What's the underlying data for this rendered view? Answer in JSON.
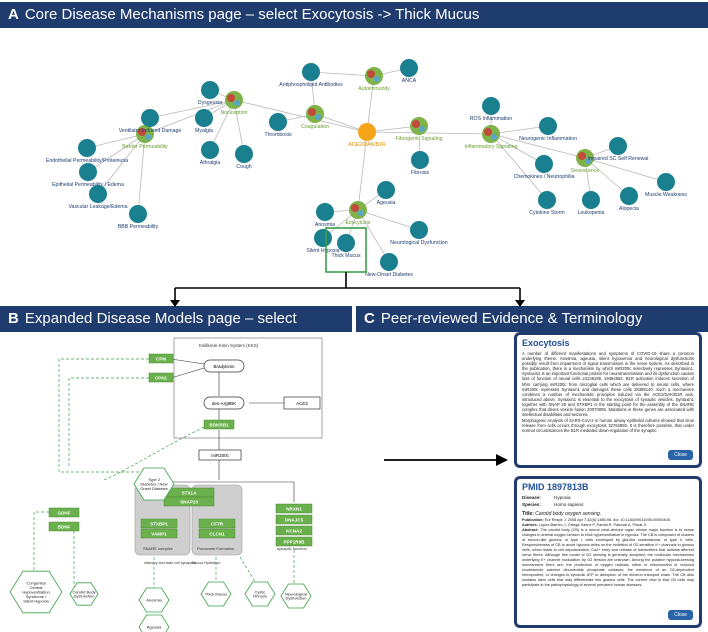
{
  "headers": {
    "a": {
      "letter": "A",
      "text": "Core Disease Mechanisms page – select Exocytosis -> Thick Mucus"
    },
    "b": {
      "letter": "B",
      "text": "Expanded Disease Models page – select Publications"
    },
    "c": {
      "letter": "C",
      "text": "Peer-reviewed Evidence & Terminology"
    }
  },
  "panel_a": {
    "nodes": [
      {
        "id": "ace2",
        "label": "ACE2/DAK/B1R",
        "kind": "center"
      },
      {
        "id": "noci",
        "label": "Nociception",
        "kind": "hub"
      },
      {
        "id": "barrier",
        "label": "Barrier Permeability",
        "kind": "hub"
      },
      {
        "id": "coag",
        "label": "Coagulation",
        "kind": "hub"
      },
      {
        "id": "autoimm",
        "label": "Autoimmunity",
        "kind": "hub"
      },
      {
        "id": "fibro",
        "label": "Fibrogenic Signaling",
        "kind": "hub"
      },
      {
        "id": "inflam",
        "label": "Inflammatory Signaling",
        "kind": "hub"
      },
      {
        "id": "senes",
        "label": "Senescence",
        "kind": "hub"
      },
      {
        "id": "exo",
        "label": "Exocytosis",
        "kind": "hub"
      },
      {
        "id": "dysg",
        "label": "Dysgeusia"
      },
      {
        "id": "vid",
        "label": "Ventilator Induced Damage"
      },
      {
        "id": "myal",
        "label": "Myalgia"
      },
      {
        "id": "arth",
        "label": "Athralgia"
      },
      {
        "id": "cough",
        "label": "Cough"
      },
      {
        "id": "endo",
        "label": "Endothelial Permeability/Proteinuria"
      },
      {
        "id": "epi",
        "label": "Epithelial Permeability / Edema"
      },
      {
        "id": "vasc",
        "label": "Vascular Leakage/Edema"
      },
      {
        "id": "bbb",
        "label": "BBB Permeability"
      },
      {
        "id": "antiph",
        "label": "Antiphospholipid Antibodies"
      },
      {
        "id": "throm",
        "label": "Thrombosis"
      },
      {
        "id": "anca",
        "label": "ANCA"
      },
      {
        "id": "ros",
        "label": "ROS Inflammation"
      },
      {
        "id": "neuroinf",
        "label": "Neurogenic Inflammation"
      },
      {
        "id": "fibrosis",
        "label": "Fibrosis"
      },
      {
        "id": "chemo",
        "label": "Chemokines / Neutrophilia"
      },
      {
        "id": "cyto",
        "label": "Cytokine Storm"
      },
      {
        "id": "impsc",
        "label": "Impaired SC Self Renewal"
      },
      {
        "id": "musw",
        "label": "Muscle Weakness"
      },
      {
        "id": "alop",
        "label": "Alopecia"
      },
      {
        "id": "leuk",
        "label": "Leukopenia"
      },
      {
        "id": "anos",
        "label": "Anosmia"
      },
      {
        "id": "ageu",
        "label": "Ageusia"
      },
      {
        "id": "silent",
        "label": "Silent Hypoxia"
      },
      {
        "id": "neurod",
        "label": "Neurological Dysfunction"
      },
      {
        "id": "thick",
        "label": "Thick Mucus",
        "kind": "selected"
      },
      {
        "id": "newdiab",
        "label": "New-Onset Diabetes"
      }
    ]
  },
  "panel_b": {
    "green_boxes": [
      "CPM",
      "CPN1",
      "BDKRB1",
      "STX1A",
      "SNAP23",
      "GDNF",
      "BDNF",
      "STXBP1",
      "VAMP1",
      "CFTR",
      "CLCN1",
      "NRXN1",
      "DNAJC5",
      "KCNA2",
      "PPP1R9B"
    ],
    "system_label": "Kallikrein-Kinin System (KKS)",
    "bradykinin": "Bradykinin",
    "desarg": "des-Arg9BK",
    "ace2": "ACE2",
    "mir": "miR200c",
    "snare": "SNARE complex",
    "porosome": "Porosome Formation",
    "synaptic": "synaptic function",
    "olfactory": "olfactory and taste cell synapses",
    "mucus_hyd": "Mucus Hydration",
    "hex": [
      "Type 2 Diabetes / New Onset Diabetes",
      "Congenital Central Hypoventilation Syndrome / Silent Hypoxia",
      "Carotid Body Dysfunction",
      "Anosmia",
      "Ageusia",
      "Thick Mucus",
      "Cystic Fibrosis",
      "Neurological Dysfunction"
    ]
  },
  "popup1": {
    "title": "Exocytosis",
    "p1": "A number of different manifestations and symptoms of COVID-19 share a common underlying theme. Anosmia, ageusia, silent hypoxemia and neurological dysfunctions possibly result from impairment of signal transmission in the nerve system. As described in the publication, there is a mechanism by which miR200c selectively represses Syntaxin1. Syntaxin1 is an important functional protein for neurotransmission and its dysfunction causes loss of function of neural cells 24136189, 19454562. B1R activation induces secretion of MVs carrying miR200c from microglial cells which are delivered to neural cells, where miR200c represses Syntaxin1 and damages these cells 28398140. Such a mechanism combines a number of mechanistic principles induced via the ACE2/DAK/B1R axis, introduced above. Syntaxin1 is essential to the exocytosis of synaptic vesicles. Syntaxin1 together with SNAP 25 and STXBP1 is the starting point for the assembly of the SNARE complex that drives vesicle fusion 20070095. Mutations in these genes are associated with intellectual disabilities and seizures.",
    "p2": "Morphogenic Analysis of SARS-CoV-2 in human airway epithelial cultures showed that virus release from cells occurs through exocytosis 32764893. It is therefore possible, that under normal circumstances the B1R mediated down-regulation of the synaptic",
    "close": "Close"
  },
  "popup2": {
    "title": "PMID 1897813B",
    "disease_label": "Disease:",
    "disease": "Hypoxia",
    "species_label": "Species:",
    "species": "Homo sapiens",
    "title_label": "Title:",
    "title_text": "Carotid body oxygen sensing.",
    "pub_label": "Publication:",
    "pub": "Eur Respir J. 2008 Apr 7;32(5):1386-98. doi: 10.1183/09031936.00050408.",
    "auth_label": "Authors:",
    "auth": "López-Barneo J, Ortega-Sáenz P, Pardal R, Pascual A, Piruat JI",
    "abs_label": "Abstract:",
    "abstract": "The carotid body (CB) is a neural crest-derived organ whose major function is to sense changes in arterial oxygen tension to elicit hyperventilation in hypoxia. The CB is composed of clusters of neuron-like glomus, or type I, cells enveloped by glia-like sustentacular, or type II, cells. Responsiveness of CB to acute hypoxia relies on the inhibition of O2-sensitive K+ channels in glomus cells, which leads to cell depolarization, Ca2+ entry and release of transmitters that activate afferent nerve fibres. Although this model of O2 sensing is generally accepted, the molecular mechanisms underlying K+ channel modulation by O2 tension are unknown. Among the putative hypoxia-sensing mechanisms there are: the production of oxygen radicals, either in mitochondria or reduced nicotinamide adenine dinucleotide phosphate oxidases; the existence of an O2-dependent hemoprotein; or changes in cytosolic ATP or disruption of the electron transport chain. The CB also contains stem cells that may differentiate into glomus cells. The current view is that CB cells may participate in the pathophysiology of several prevalent human diseases.",
    "close": "Close"
  }
}
